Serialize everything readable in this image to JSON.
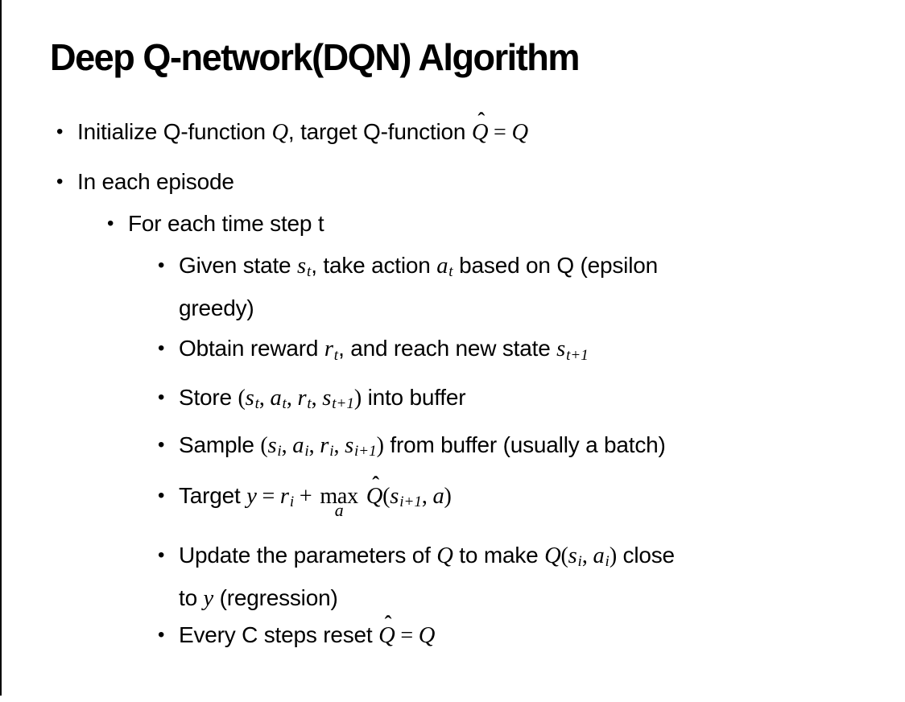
{
  "slide": {
    "title": "Deep Q-network(DQN) Algorithm",
    "bullet_glyph": "•",
    "hat_glyph": "ˆ",
    "colors": {
      "background": "#ffffff",
      "text": "#000000",
      "border": "#000000"
    },
    "bullets": [
      {
        "level": 1,
        "lines": [
          [
            {
              "s": "p",
              "t": "Initialize Q-function "
            },
            {
              "s": "v",
              "t": "Q"
            },
            {
              "s": "p",
              "t": ", target Q-function "
            },
            {
              "s": "vh",
              "t": "Q"
            },
            {
              "s": "m",
              "t": " = "
            },
            {
              "s": "v",
              "t": "Q"
            }
          ]
        ]
      },
      {
        "level": 1,
        "lines": [
          [
            {
              "s": "p",
              "t": "In each episode"
            }
          ]
        ]
      },
      {
        "level": 2,
        "lines": [
          [
            {
              "s": "p",
              "t": "For each time step t"
            }
          ]
        ]
      },
      {
        "level": 3,
        "lines": [
          [
            {
              "s": "p",
              "t": "Given state "
            },
            {
              "s": "v",
              "t": "s"
            },
            {
              "s": "vs",
              "t": "t"
            },
            {
              "s": "p",
              "t": ", take action "
            },
            {
              "s": "v",
              "t": "a"
            },
            {
              "s": "vs",
              "t": "t"
            },
            {
              "s": "p",
              "t": " based on Q (epsilon"
            }
          ],
          [
            {
              "s": "p",
              "t": "greedy)"
            }
          ]
        ]
      },
      {
        "level": 3,
        "lines": [
          [
            {
              "s": "p",
              "t": "Obtain reward "
            },
            {
              "s": "v",
              "t": "r"
            },
            {
              "s": "vs",
              "t": "t"
            },
            {
              "s": "p",
              "t": ", and reach new state "
            },
            {
              "s": "v",
              "t": "s"
            },
            {
              "s": "vs",
              "t": "t+1"
            }
          ]
        ]
      },
      {
        "level": 3,
        "lines": [
          [
            {
              "s": "p",
              "t": "Store "
            },
            {
              "s": "m",
              "t": "("
            },
            {
              "s": "v",
              "t": "s"
            },
            {
              "s": "vs",
              "t": "t"
            },
            {
              "s": "m",
              "t": ", "
            },
            {
              "s": "v",
              "t": "a"
            },
            {
              "s": "vs",
              "t": "t"
            },
            {
              "s": "m",
              "t": ", "
            },
            {
              "s": "v",
              "t": "r"
            },
            {
              "s": "vs",
              "t": "t"
            },
            {
              "s": "m",
              "t": ", "
            },
            {
              "s": "v",
              "t": "s"
            },
            {
              "s": "vs",
              "t": "t+1"
            },
            {
              "s": "m",
              "t": ")"
            },
            {
              "s": "p",
              "t": " into buffer"
            }
          ]
        ]
      },
      {
        "level": 3,
        "lines": [
          [
            {
              "s": "p",
              "t": "Sample "
            },
            {
              "s": "m",
              "t": "("
            },
            {
              "s": "v",
              "t": "s"
            },
            {
              "s": "vs",
              "t": "i"
            },
            {
              "s": "m",
              "t": ", "
            },
            {
              "s": "v",
              "t": "a"
            },
            {
              "s": "vs",
              "t": "i"
            },
            {
              "s": "m",
              "t": ", "
            },
            {
              "s": "v",
              "t": "r"
            },
            {
              "s": "vs",
              "t": "i"
            },
            {
              "s": "m",
              "t": ", "
            },
            {
              "s": "v",
              "t": "s"
            },
            {
              "s": "vs",
              "t": "i+1"
            },
            {
              "s": "m",
              "t": ")"
            },
            {
              "s": "p",
              "t": " from buffer (usually a batch)"
            }
          ]
        ]
      },
      {
        "level": 3,
        "lines": [
          [
            {
              "s": "p",
              "t": "Target "
            },
            {
              "s": "v",
              "t": "y"
            },
            {
              "s": "m",
              "t": " = "
            },
            {
              "s": "v",
              "t": "r"
            },
            {
              "s": "vs",
              "t": "i"
            },
            {
              "s": "m",
              "t": " + "
            },
            {
              "s": "limop",
              "t": "max",
              "sub": "a"
            },
            {
              "s": "m",
              "t": " "
            },
            {
              "s": "vh",
              "t": "Q"
            },
            {
              "s": "m",
              "t": "("
            },
            {
              "s": "v",
              "t": "s"
            },
            {
              "s": "vs",
              "t": "i+1"
            },
            {
              "s": "m",
              "t": ", "
            },
            {
              "s": "v",
              "t": "a"
            },
            {
              "s": "m",
              "t": ")"
            }
          ]
        ]
      },
      {
        "level": 3,
        "lines": [
          [
            {
              "s": "p",
              "t": "Update the parameters of "
            },
            {
              "s": "v",
              "t": "Q"
            },
            {
              "s": "p",
              "t": " to make "
            },
            {
              "s": "v",
              "t": "Q"
            },
            {
              "s": "m",
              "t": "("
            },
            {
              "s": "v",
              "t": "s"
            },
            {
              "s": "vs",
              "t": "i"
            },
            {
              "s": "m",
              "t": ", "
            },
            {
              "s": "v",
              "t": "a"
            },
            {
              "s": "vs",
              "t": "i"
            },
            {
              "s": "m",
              "t": ")"
            },
            {
              "s": "p",
              "t": " close"
            }
          ],
          [
            {
              "s": "p",
              "t": "to "
            },
            {
              "s": "v",
              "t": "y"
            },
            {
              "s": "p",
              "t": " (regression)"
            }
          ]
        ]
      },
      {
        "level": 3,
        "lines": [
          [
            {
              "s": "p",
              "t": "Every C steps reset "
            },
            {
              "s": "vh",
              "t": "Q"
            },
            {
              "s": "m",
              "t": " = "
            },
            {
              "s": "v",
              "t": "Q"
            }
          ]
        ]
      }
    ]
  }
}
